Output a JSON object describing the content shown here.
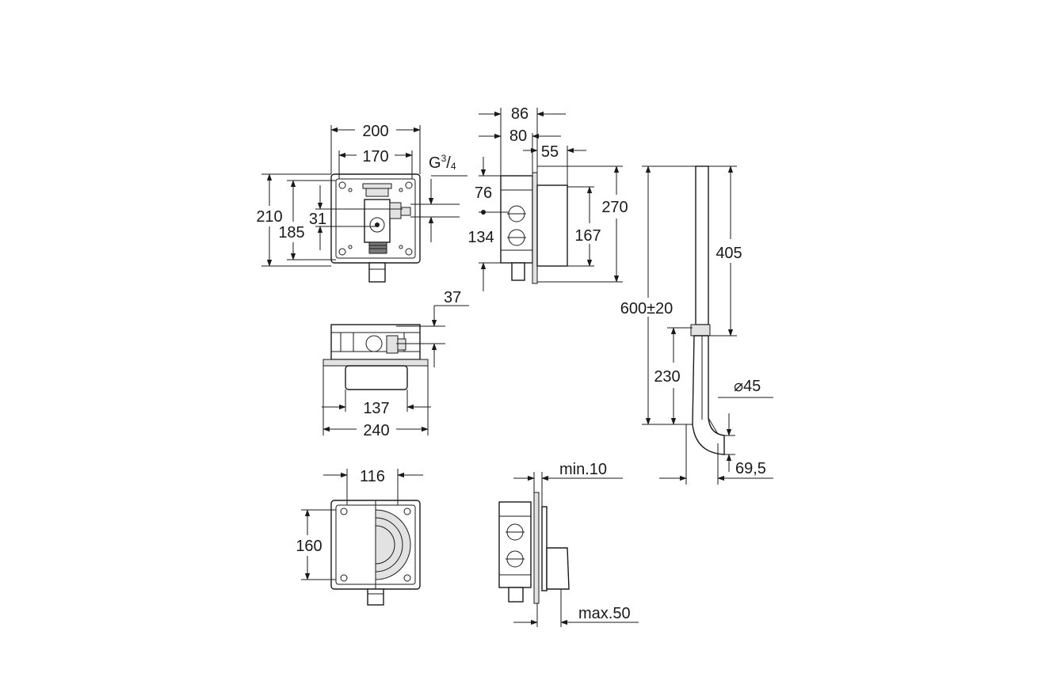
{
  "dimensions": {
    "d200": "200",
    "d170": "170",
    "thread_g": "G",
    "thread_num": "3",
    "thread_slash": "/",
    "thread_den": "4",
    "d210": "210",
    "d185": "185",
    "d31": "31",
    "d86": "86",
    "d80": "80",
    "d55": "55",
    "d76": "76",
    "d134": "134",
    "d270": "270",
    "d167": "167",
    "d600": "600±20",
    "d405": "405",
    "d230": "230",
    "d45": "⌀45",
    "d69": "69,5",
    "d37": "37",
    "d137": "137",
    "d240": "240",
    "d116": "116",
    "d160": "160",
    "dmin10": "min.10",
    "dmax50": "max.50"
  }
}
